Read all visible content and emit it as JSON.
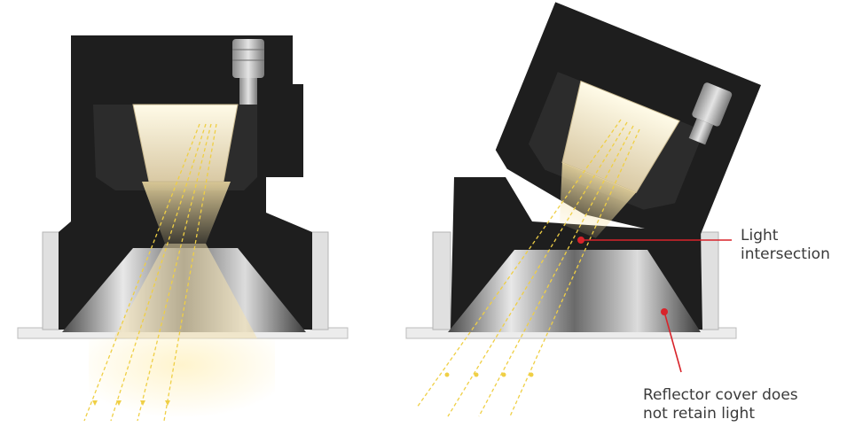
{
  "annotations": {
    "intersection": {
      "line1": "Light",
      "line2": "intersection"
    },
    "reflector": {
      "line1": "Reflector cover does",
      "line2": "not retain light"
    }
  },
  "colors": {
    "housing": "#1e1e1e",
    "light": "#f6dc6a",
    "annotation_line": "#d8232a",
    "trim": "#e6e6e6",
    "reflector": "#c9c9c9"
  },
  "icons": [
    "cable-gland-icon",
    "light-ray-arrow-icon"
  ]
}
